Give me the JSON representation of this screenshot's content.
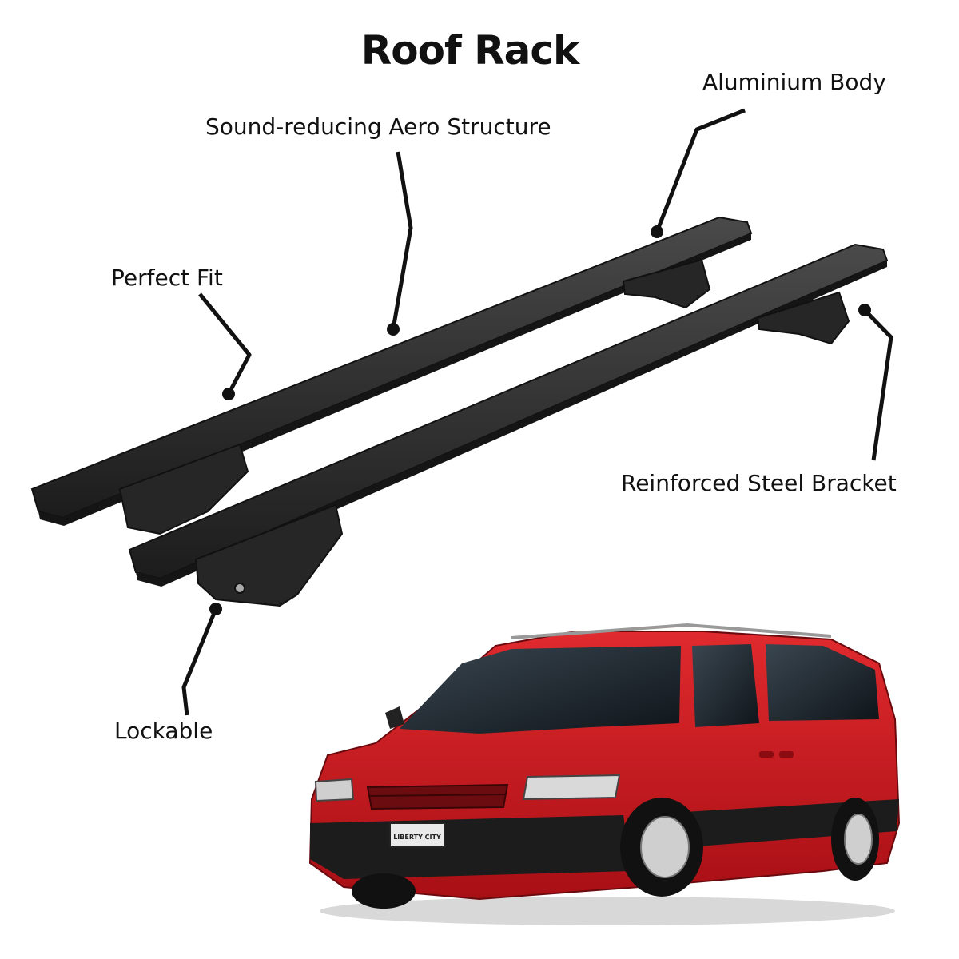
{
  "title": "Roof Rack",
  "features": {
    "aluminium_body": "Aluminium Body",
    "aero_structure": "Sound-reducing Aero Structure",
    "perfect_fit": "Perfect Fit",
    "steel_bracket": "Reinforced Steel Bracket",
    "lockable": "Lockable"
  },
  "license_plate": "LIBERTY CITY",
  "colors": {
    "bar": "#2b2b2b",
    "car_body": "#c8141b",
    "text": "#111111"
  },
  "icons": [
    "roof-rack-image",
    "minivan-image"
  ]
}
